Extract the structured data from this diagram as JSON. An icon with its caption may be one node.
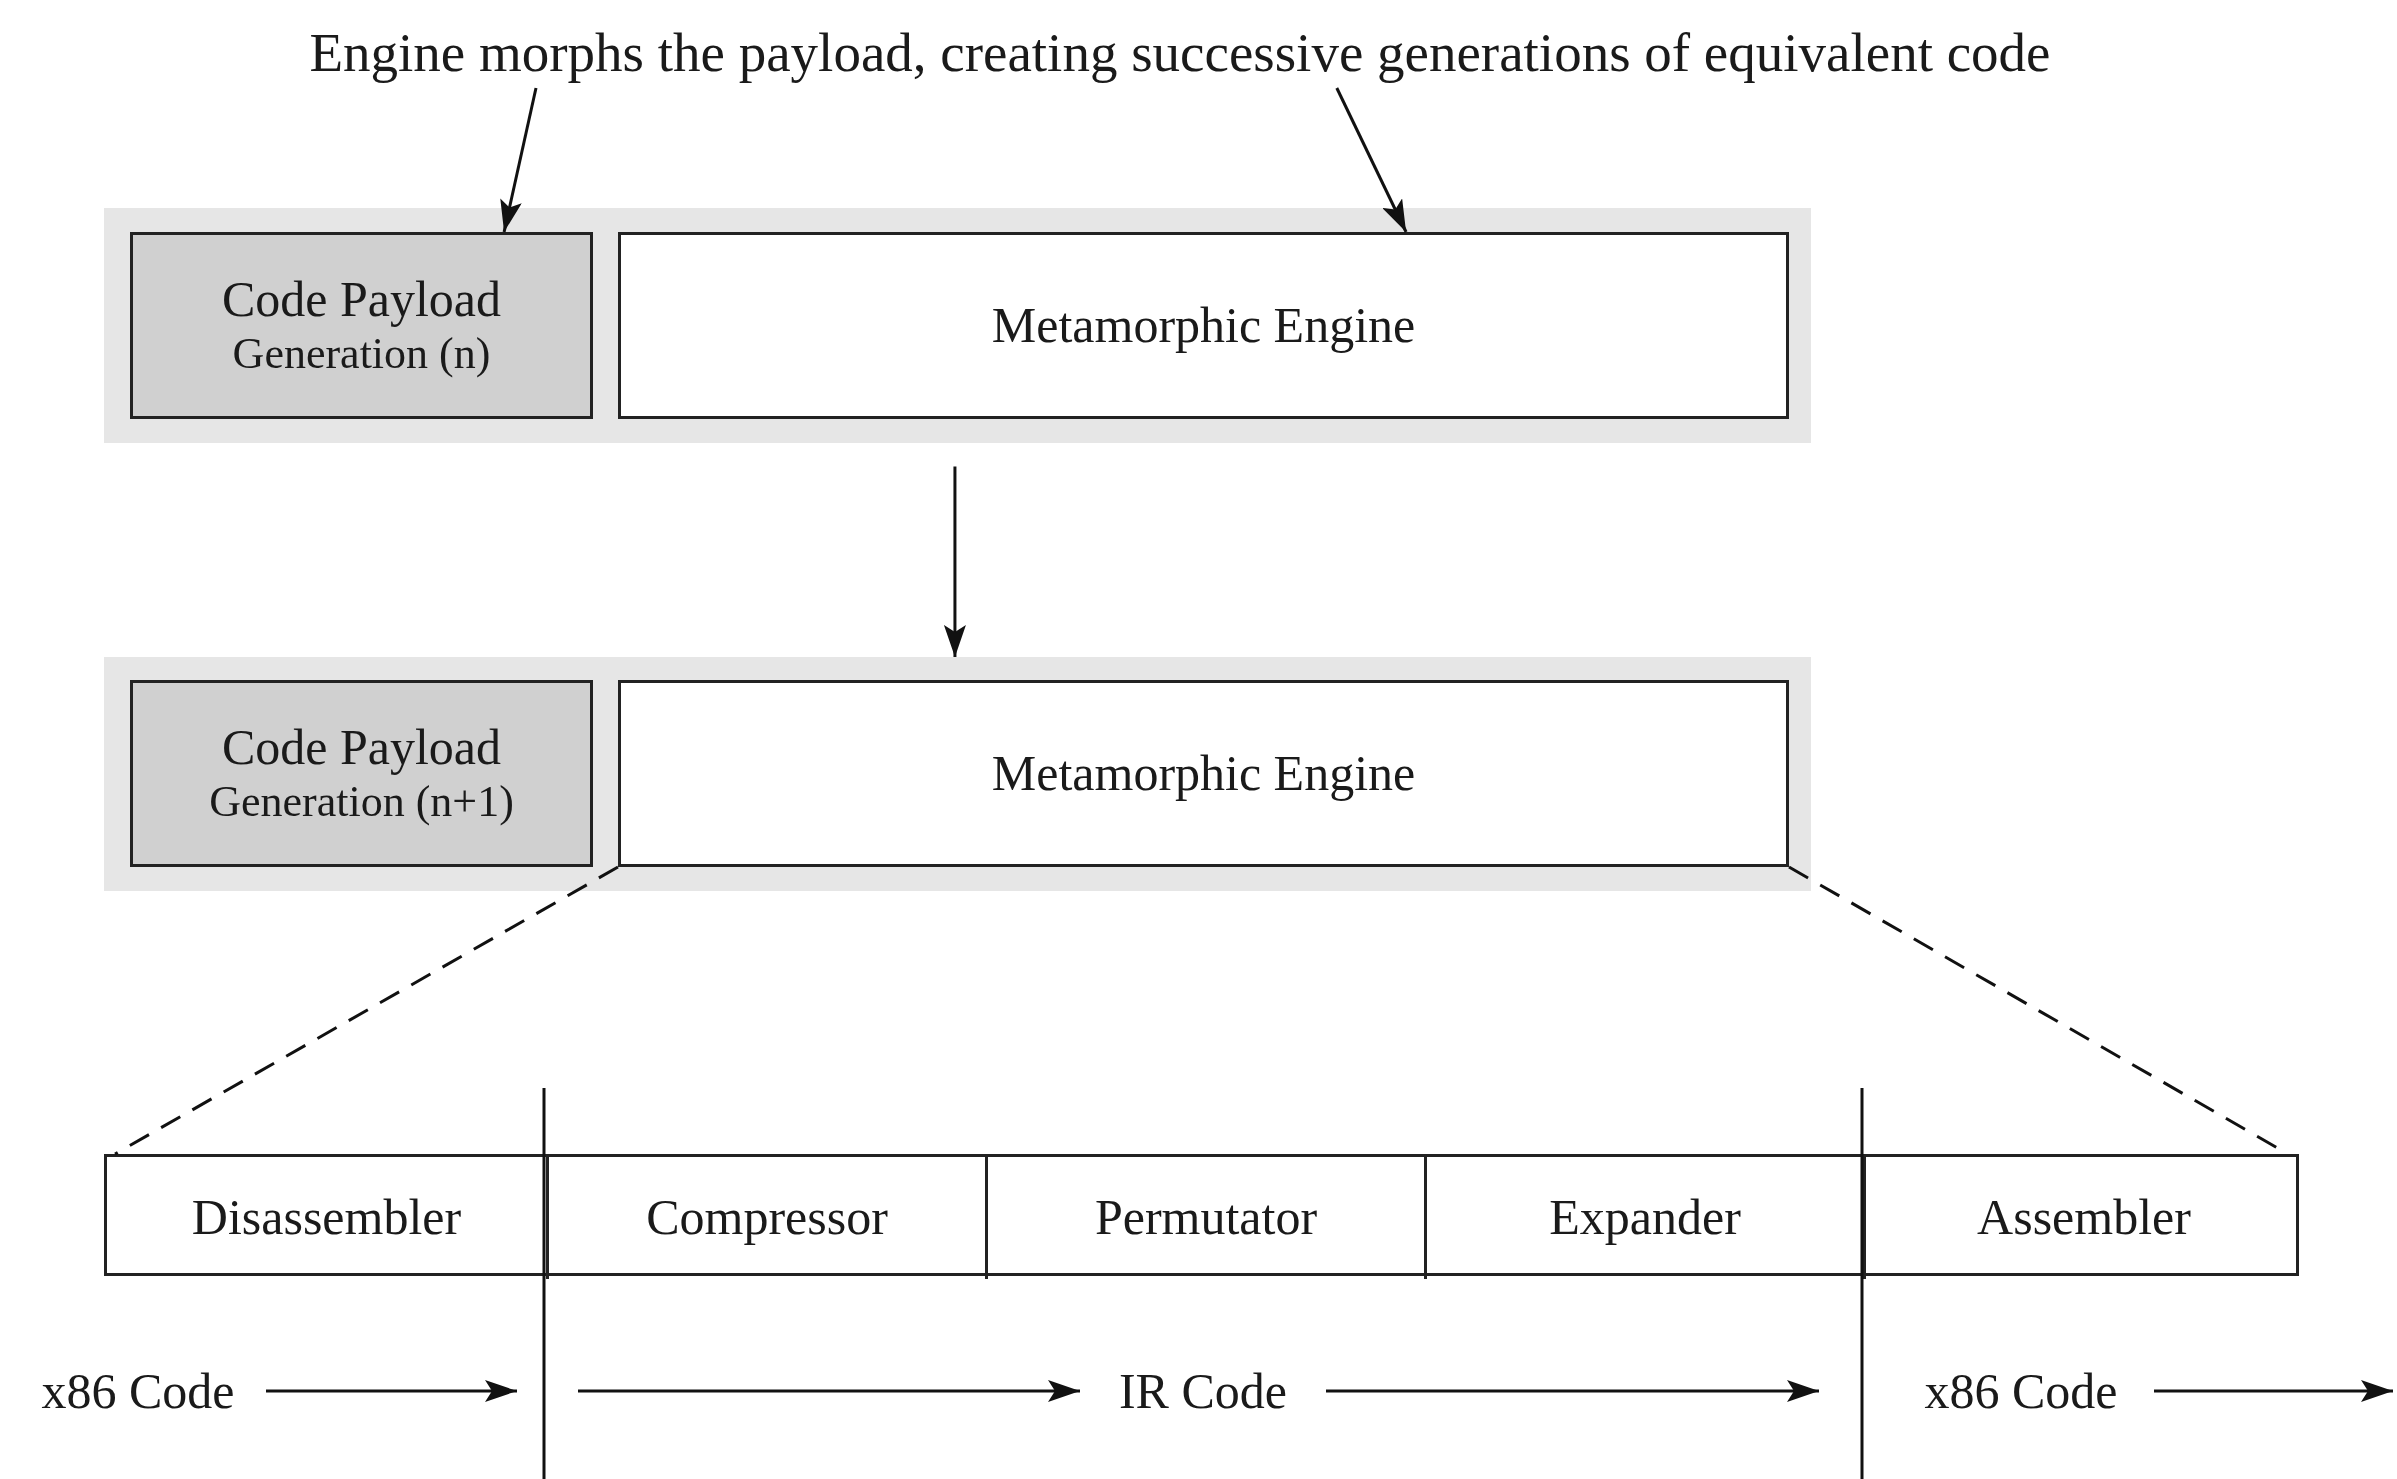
{
  "diagram": {
    "nodes": [
      {
        "text": [
          "Engine morphs the payload, creating successive generations of equivalent code"
        ]
      },
      {
        "text": [],
        "shape": "box"
      },
      {
        "text": [
          "Code Payload",
          "Generation (n)"
        ],
        "in": 1
      },
      {
        "text": [
          "Metamorphic Engine"
        ],
        "in": 1
      },
      {
        "text": [],
        "shape": "box"
      },
      {
        "text": [
          "Code Payload",
          "Generation (n+1)"
        ],
        "in": 4
      },
      {
        "text": [
          "Metamorphic Engine"
        ],
        "in": 4
      },
      {
        "text": [],
        "shape": "box"
      },
      {
        "text": [
          "Disassembler"
        ],
        "in": 7
      },
      {
        "text": [
          "Compressor"
        ],
        "in": 7
      },
      {
        "text": [
          "Permutator"
        ],
        "in": 7
      },
      {
        "text": [
          "Expander"
        ],
        "in": 7
      },
      {
        "text": [
          "Assembler"
        ],
        "in": 7
      },
      {
        "text": [
          "x86 Code"
        ]
      },
      {
        "text": [
          "IR Code"
        ]
      },
      {
        "text": [
          "x86 Code"
        ]
      }
    ],
    "edges": [
      {
        "from": 0,
        "to": 2,
        "arrow": "to"
      },
      {
        "from": 0,
        "to": 3,
        "arrow": "to"
      },
      {
        "from": 1,
        "to": 4,
        "arrow": "to"
      },
      {
        "from": 6,
        "to": 7,
        "arrow": "none",
        "style": "dashed"
      },
      {
        "from": 6,
        "to": 7,
        "arrow": "none",
        "style": "dashed"
      },
      {
        "from": 13,
        "to": null,
        "arrow": "to"
      },
      {
        "from": null,
        "to": 14,
        "arrow": "to"
      },
      {
        "from": 14,
        "to": null,
        "arrow": "to"
      },
      {
        "from": 15,
        "to": null,
        "arrow": "to"
      }
    ]
  }
}
